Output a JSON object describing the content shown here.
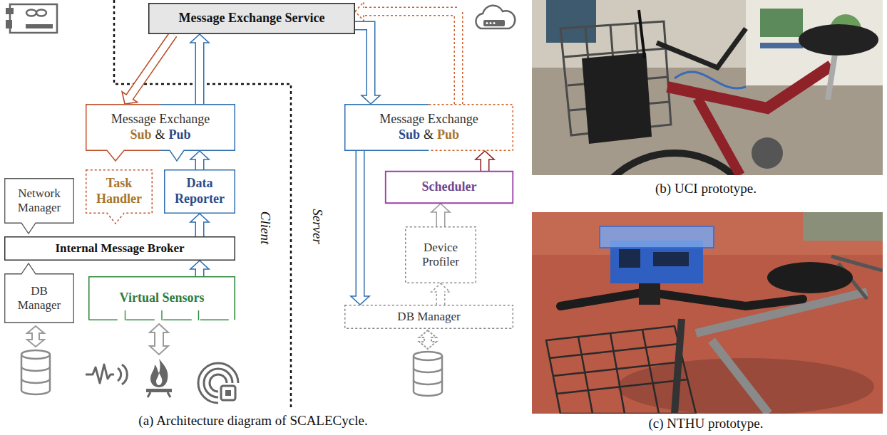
{
  "diagram": {
    "nodes": [
      {
        "text": [
          "Message Exchange Service"
        ]
      },
      {
        "text": [
          "Message Exchange",
          "Sub",
          "&",
          "Pub"
        ]
      },
      {
        "text": [
          "Task Handler"
        ]
      },
      {
        "text": [
          "Data Reporter"
        ]
      },
      {
        "text": [
          "Network Manager"
        ]
      },
      {
        "text": [
          "Internal Message Broker"
        ]
      },
      {
        "text": [
          "DB Manager"
        ]
      },
      {
        "text": [
          "Virtual Sensors"
        ]
      },
      {
        "text": [
          "Message Exchange",
          "Sub",
          "&",
          "Pub"
        ]
      },
      {
        "text": [
          "Scheduler"
        ]
      },
      {
        "text": [
          "Device Profiler"
        ]
      },
      {
        "text": [
          "DB Manager"
        ]
      }
    ],
    "edges": [
      {
        "from": 0,
        "to": 1,
        "arrow": "to"
      },
      {
        "from": 1,
        "to": 0,
        "arrow": "to"
      },
      {
        "from": 3,
        "to": 1,
        "arrow": "to"
      },
      {
        "from": 5,
        "to": 3,
        "arrow": "to"
      },
      {
        "from": 7,
        "to": 5,
        "arrow": "to"
      },
      {
        "from": 0,
        "to": 8,
        "arrow": "to"
      },
      {
        "from": 8,
        "to": 0,
        "arrow": "to"
      },
      {
        "from": 9,
        "to": 8,
        "arrow": "to"
      },
      {
        "from": 8,
        "to": 11,
        "arrow": "to"
      },
      {
        "from": 11,
        "to": 10,
        "arrow": "to"
      },
      {
        "from": 10,
        "to": 9,
        "arrow": "to"
      }
    ],
    "labels": [
      "Client",
      "Server",
      "(a) Architecture diagram of SCALECycle.",
      "(b) UCI prototype.",
      "(c) NTHU prototype."
    ]
  }
}
